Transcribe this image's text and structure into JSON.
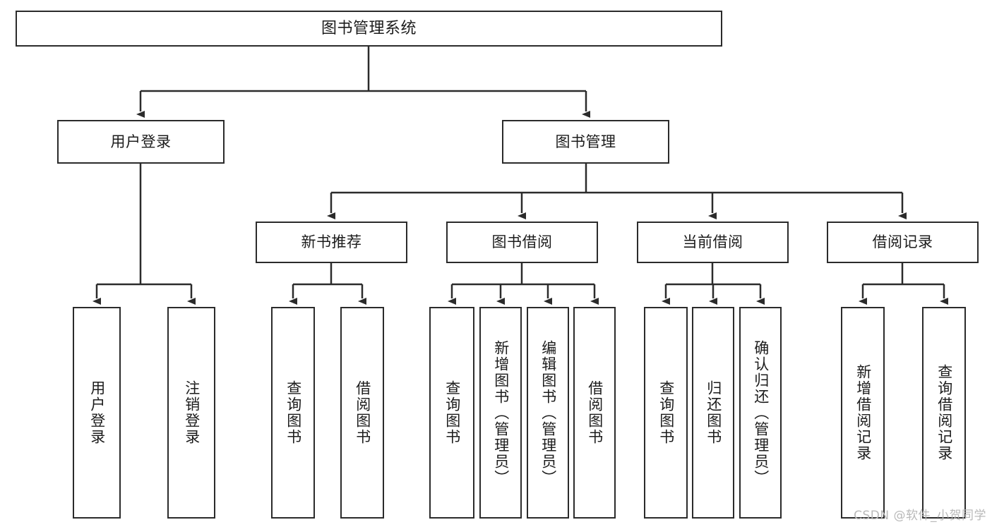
{
  "diagram": {
    "type": "tree",
    "title": "图书管理系统",
    "orientation": "top-down",
    "colors": {
      "box_border": "#2b2b2b",
      "box_fill": "#ffffff",
      "connector": "#2b2b2b",
      "text": "#1c1c1c",
      "watermark": "#b9b9b9",
      "background": "#ffffff"
    },
    "root": {
      "label": "图书管理系统"
    },
    "level2": [
      {
        "label": "用户登录"
      },
      {
        "label": "图书管理"
      }
    ],
    "level3": [
      {
        "label": "新书推荐"
      },
      {
        "label": "图书借阅"
      },
      {
        "label": "当前借阅"
      },
      {
        "label": "借阅记录"
      }
    ],
    "leaves": {
      "user_login": [
        {
          "label": "用户登录"
        },
        {
          "label": "注销登录"
        }
      ],
      "new_book_recommend": [
        {
          "label": "查询图书"
        },
        {
          "label": "借阅图书"
        }
      ],
      "book_borrow": [
        {
          "label": "查询图书"
        },
        {
          "label": "新增图书（管理员）"
        },
        {
          "label": "编辑图书（管理员）"
        },
        {
          "label": "借阅图书"
        }
      ],
      "current_borrow": [
        {
          "label": "查询图书"
        },
        {
          "label": "归还图书"
        },
        {
          "label": "确认归还（管理员）"
        }
      ],
      "borrow_records": [
        {
          "label": "新增借阅记录"
        },
        {
          "label": "查询借阅记录"
        }
      ]
    },
    "watermark": "CSDN @软件_小贺同学"
  }
}
